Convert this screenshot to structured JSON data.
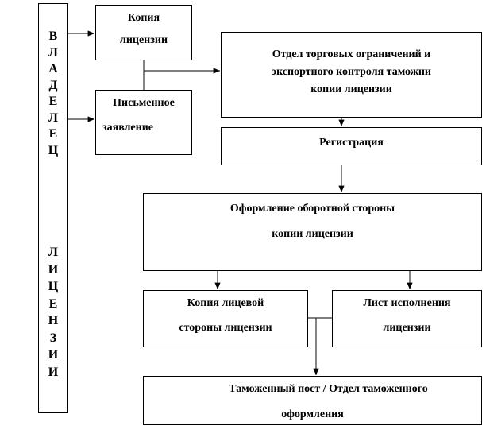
{
  "owner_column": {
    "word1": [
      "В",
      "Л",
      "А",
      "Д",
      "Е",
      "Л",
      "Е",
      "Ц"
    ],
    "word2": [
      "Л",
      "И",
      "Ц",
      "Е",
      "Н",
      "З",
      "И",
      "И"
    ]
  },
  "boxes": {
    "license_copy": [
      "Копия",
      "лицензии"
    ],
    "written_application": [
      "Письменное",
      "заявление"
    ],
    "trade_dept": [
      "Отдел торговых ограничений и",
      "экспортного контроля таможни",
      "копии лицензии"
    ],
    "registration": [
      "Регистрация"
    ],
    "reverse_side": [
      "Оформление оборотной стороны",
      "копии лицензии"
    ],
    "front_copy": [
      "Копия лицевой",
      "стороны лицензии"
    ],
    "execution_sheet": [
      "Лист исполнения",
      "лицензии"
    ],
    "customs_post": [
      "Таможенный пост / Отдел таможенного",
      "оформления"
    ]
  }
}
